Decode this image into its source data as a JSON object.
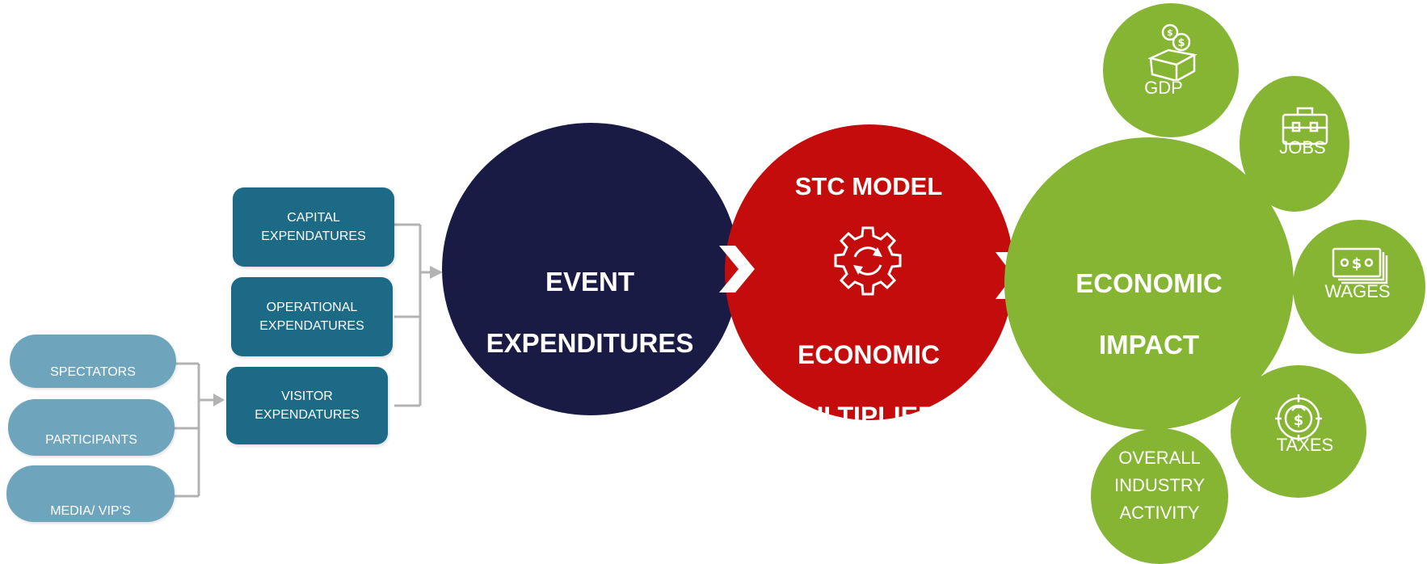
{
  "sources": [
    {
      "label": "SPECTATORS"
    },
    {
      "label": "PARTICIPANTS"
    },
    {
      "label": "MEDIA/ VIP’S"
    }
  ],
  "expenditure_types": [
    {
      "line1": "CAPITAL",
      "line2": "EXPENDATURES"
    },
    {
      "line1": "OPERATIONAL",
      "line2": "EXPENDATURES"
    },
    {
      "line1": "VISITOR",
      "line2": "EXPENDATURES"
    }
  ],
  "event_circle": {
    "line1": "EVENT",
    "line2": "EXPENDITURES"
  },
  "model_circle": {
    "title": "STC MODEL",
    "line1": "ECONOMIC",
    "line2": "MULTIPLIERS"
  },
  "impact_circle": {
    "line1": "ECONOMIC",
    "line2": "IMPACT"
  },
  "impacts": [
    {
      "label": "GDP",
      "icon": "money-box-icon"
    },
    {
      "label": "JOBS",
      "icon": "briefcase-icon"
    },
    {
      "label": "WAGES",
      "icon": "cash-stack-icon"
    },
    {
      "label": "TAXES",
      "icon": "target-dollar-icon"
    },
    {
      "label1": "OVERALL",
      "label2": "INDUSTRY",
      "label3": "ACTIVITY"
    }
  ],
  "colors": {
    "pill": "#6ea5bd",
    "box": "#1c6a85",
    "navy": "#1a1b44",
    "red": "#c40c0c",
    "green": "#85b533",
    "connector": "#b3b3b3"
  }
}
